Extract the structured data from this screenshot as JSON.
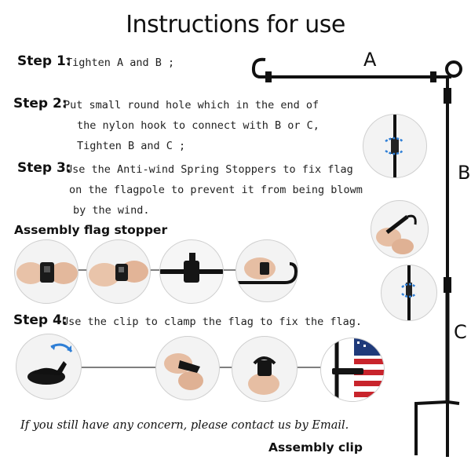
{
  "title": "Instructions for use",
  "steps": [
    {
      "label": "Step 1:",
      "lines": [
        "Tighten A and B ;"
      ]
    },
    {
      "label": "Step 2:",
      "lines": [
        "Put small round hole which in the end of",
        "the nylon hook to connect with B or C,",
        "Tighten B and C ;"
      ]
    },
    {
      "label": "Step 3:",
      "lines": [
        "Use the Anti-wind Spring Stoppers to fix flag",
        "on the flagpole to prevent it from being blowm",
        "by the wind."
      ]
    },
    {
      "label": "Step 4:",
      "lines": [
        "Use the clip to clamp the flag to fix the flag."
      ]
    }
  ],
  "assembly_stopper_heading": "Assembly flag stopper",
  "assembly_clip_heading": "Assembly clip",
  "concern_text": "If you still have any concern, please contact us by Email.",
  "pole_labels": {
    "a": "A",
    "b": "B",
    "c": "C"
  },
  "icons": [
    "stopper-photo",
    "clip-photo",
    "flagpole-icon",
    "rotate-arrow-icon"
  ],
  "colors": {
    "pole": "#111111",
    "arrow": "#2f7fd6",
    "photo_bg": "#f3f3f3",
    "flag_red": "#c8242c",
    "flag_blue": "#1f3a7a"
  }
}
